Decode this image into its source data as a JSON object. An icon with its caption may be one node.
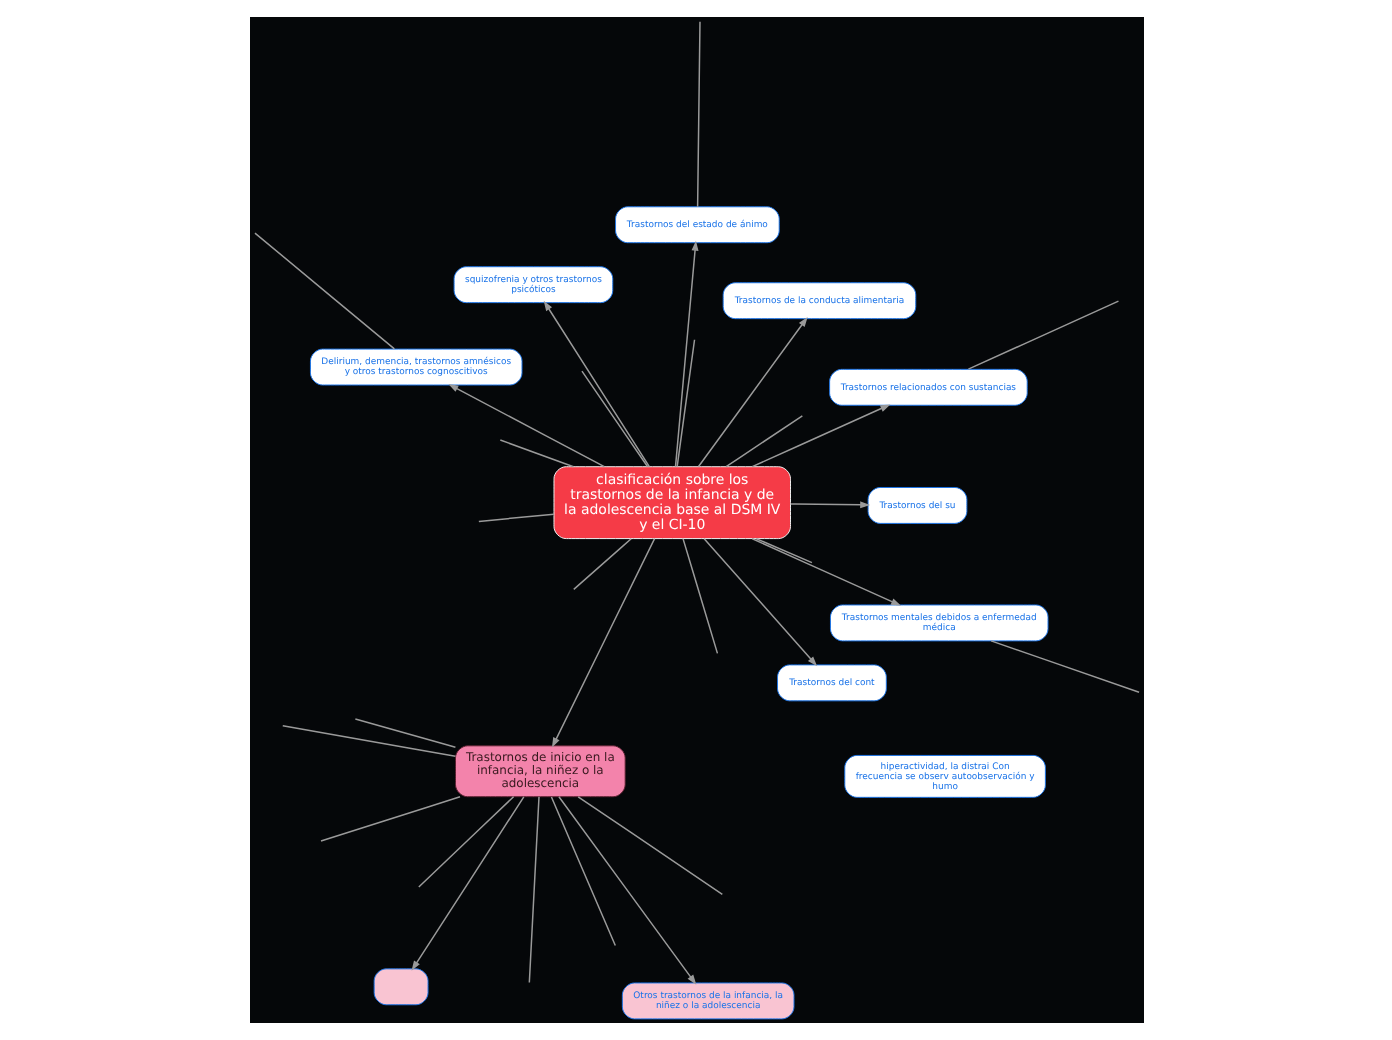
{
  "diagram": {
    "nodes": [
      {
        "text": [
          "clasificación sobre los trastornos de la infancia y de la adolescencia base al DSM IV y el CI-10"
        ]
      },
      {
        "text": [
          "Trastornos de inicio en la infancia, la niñez o la adolescencia"
        ]
      },
      {
        "text": [
          "Otros trastornos de la infancia, la niñez o la adolescencia"
        ]
      },
      {
        "text": [],
        "shape": "box"
      },
      {
        "text": [
          "hiperactividad, la distrai Con frecuencia se observ autoobservación y humo"
        ]
      },
      {
        "text": [
          "Delirium, demencia, trastornos amnésicos y otros trastornos cognoscitivos"
        ]
      },
      {
        "text": [
          "Trastornos mentales debidos a enfermedad médica"
        ]
      },
      {
        "text": [
          "Trastornos relacionados con sustancias"
        ]
      },
      {
        "text": [
          "squizofrenia y otros trastornos psicóticos"
        ]
      },
      {
        "text": [
          "Trastornos del estado de ánimo"
        ]
      },
      {
        "text": [
          "Trastornos del cont"
        ]
      },
      {
        "text": [
          "Trastornos del su"
        ]
      },
      {
        "text": [
          "Trastornos de la conducta alimentaria"
        ]
      }
    ],
    "edges": [
      {
        "from": 0,
        "to": 1,
        "arrow": "to"
      },
      {
        "from": 1,
        "to": 3,
        "arrow": "to"
      },
      {
        "from": 1,
        "to": 2,
        "arrow": "to"
      },
      {
        "from": 0,
        "to": 5,
        "arrow": "to"
      },
      {
        "from": 0,
        "to": 6,
        "arrow": "to"
      },
      {
        "from": 0,
        "to": 7,
        "arrow": "to"
      },
      {
        "from": 0,
        "to": 8,
        "arrow": "to"
      },
      {
        "from": 0,
        "to": 9,
        "arrow": "to"
      },
      {
        "from": 0,
        "to": 10,
        "arrow": "to"
      },
      {
        "from": 0,
        "to": 11,
        "arrow": "to"
      },
      {
        "from": 0,
        "to": 12,
        "arrow": "to"
      },
      {
        "from": 1,
        "to": null,
        "arrow": "none"
      },
      {
        "from": 1,
        "to": null,
        "arrow": "none"
      },
      {
        "from": 1,
        "to": null,
        "arrow": "none"
      },
      {
        "from": 1,
        "to": null,
        "arrow": "none"
      },
      {
        "from": 1,
        "to": null,
        "arrow": "none"
      },
      {
        "from": 1,
        "to": null,
        "arrow": "none"
      },
      {
        "from": 1,
        "to": null,
        "arrow": "none"
      },
      {
        "from": 0,
        "to": null,
        "arrow": "none"
      },
      {
        "from": 0,
        "to": null,
        "arrow": "none"
      },
      {
        "from": 0,
        "to": null,
        "arrow": "none"
      },
      {
        "from": 0,
        "to": null,
        "arrow": "none"
      },
      {
        "from": 0,
        "to": null,
        "arrow": "none"
      },
      {
        "from": 0,
        "to": null,
        "arrow": "none"
      },
      {
        "from": 0,
        "to": null,
        "arrow": "none"
      },
      {
        "from": 0,
        "to": null,
        "arrow": "none"
      },
      {
        "from": 5,
        "to": null,
        "arrow": "none"
      },
      {
        "from": 6,
        "to": null,
        "arrow": "none"
      },
      {
        "from": 7,
        "to": null,
        "arrow": "none"
      },
      {
        "from": 9,
        "to": null,
        "arrow": "none"
      }
    ]
  }
}
